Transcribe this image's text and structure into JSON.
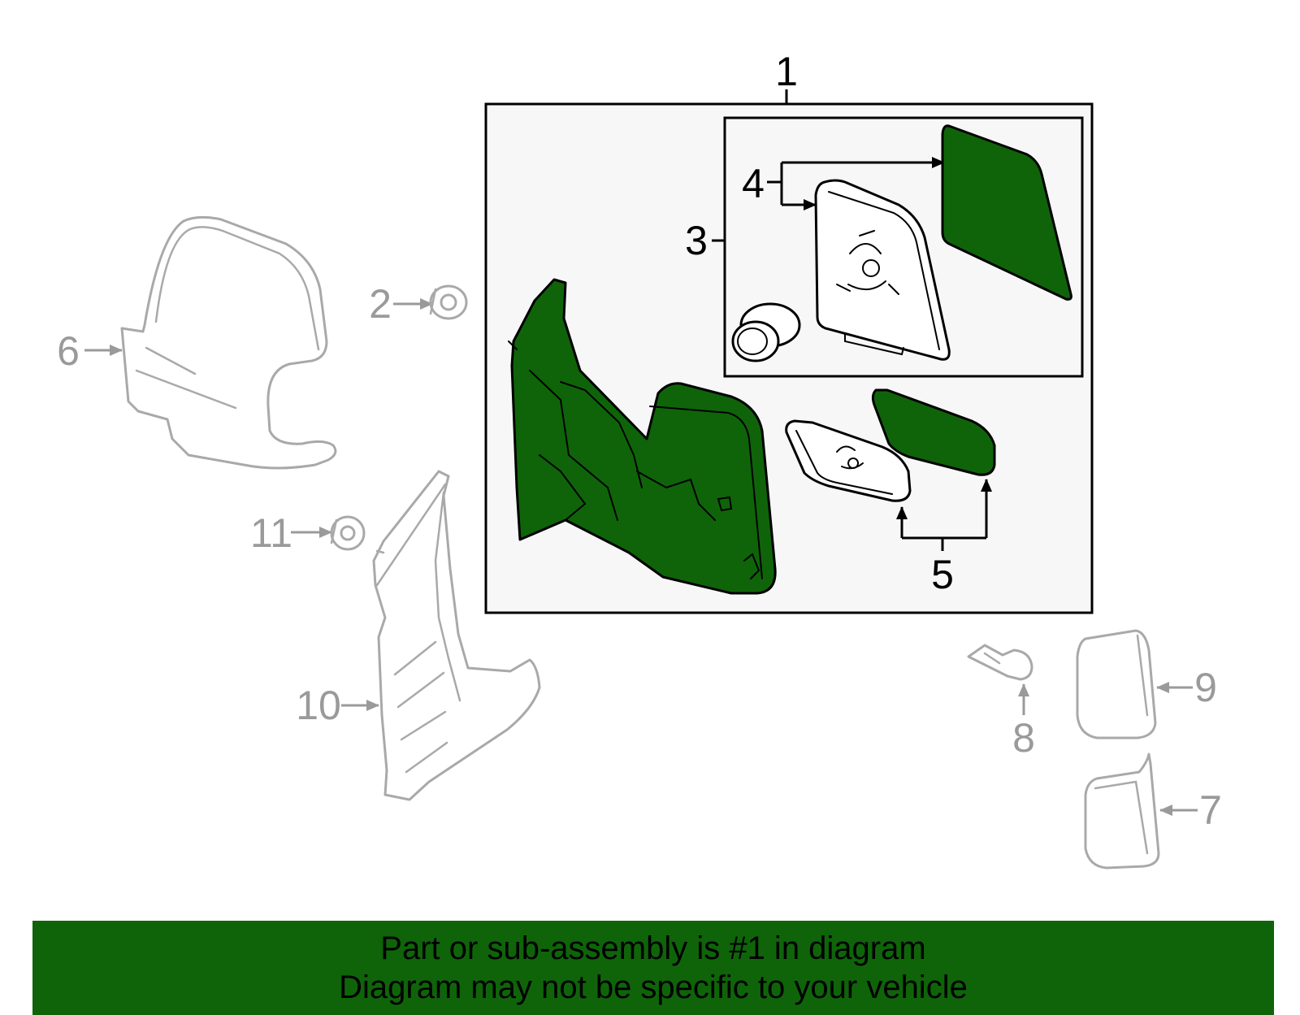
{
  "callouts": {
    "n1": "1",
    "n2": "2",
    "n3": "3",
    "n4": "4",
    "n5": "5",
    "n6": "6",
    "n7": "7",
    "n8": "8",
    "n9": "9",
    "n10": "10",
    "n11": "11"
  },
  "banner": {
    "line1": "Part or sub-assembly is #1 in diagram",
    "line2": "Diagram may not be specific to your vehicle"
  },
  "colors": {
    "highlight": "#0f640a",
    "ghost": "#a9a9a9",
    "assembly_background": "#f7f7f7"
  }
}
